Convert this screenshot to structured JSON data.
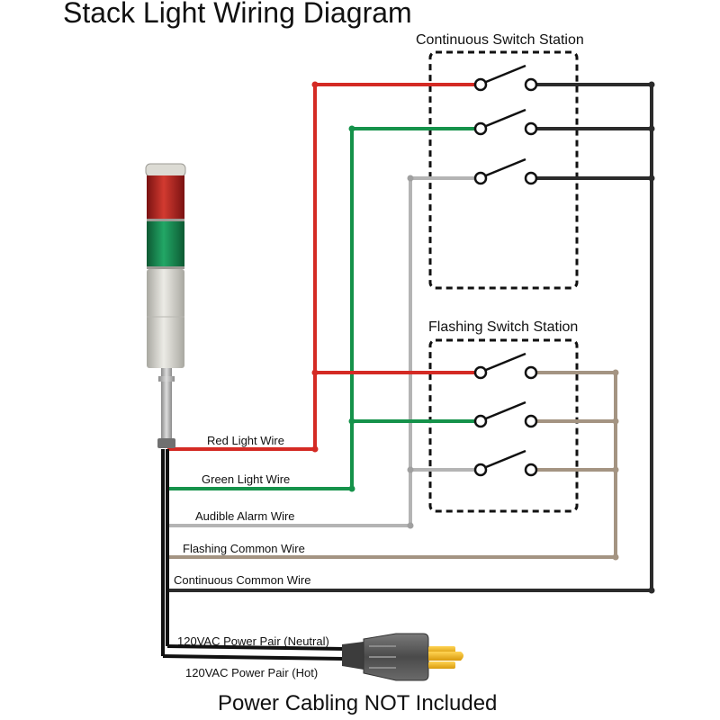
{
  "title": "Stack Light Wiring Diagram",
  "footer": "Power Cabling NOT Included",
  "stations": {
    "continuous": "Continuous Switch Station",
    "flashing": "Flashing Switch Station"
  },
  "wires": {
    "red": "Red Light Wire",
    "green": "Green Light Wire",
    "alarm": "Audible Alarm Wire",
    "flashing_common": "Flashing Common Wire",
    "continuous_common": "Continuous Common Wire",
    "neutral": "120VAC Power Pair (Neutral)",
    "hot": "120VAC Power Pair (Hot)"
  },
  "colors": {
    "red": "#d42a24",
    "green": "#15924a",
    "alarm": "#b4b4b4",
    "flashing_common": "#a49482",
    "continuous_common": "#2b2b2b",
    "plug_body": "#585858",
    "plug_prongs": "#f2b81b"
  }
}
